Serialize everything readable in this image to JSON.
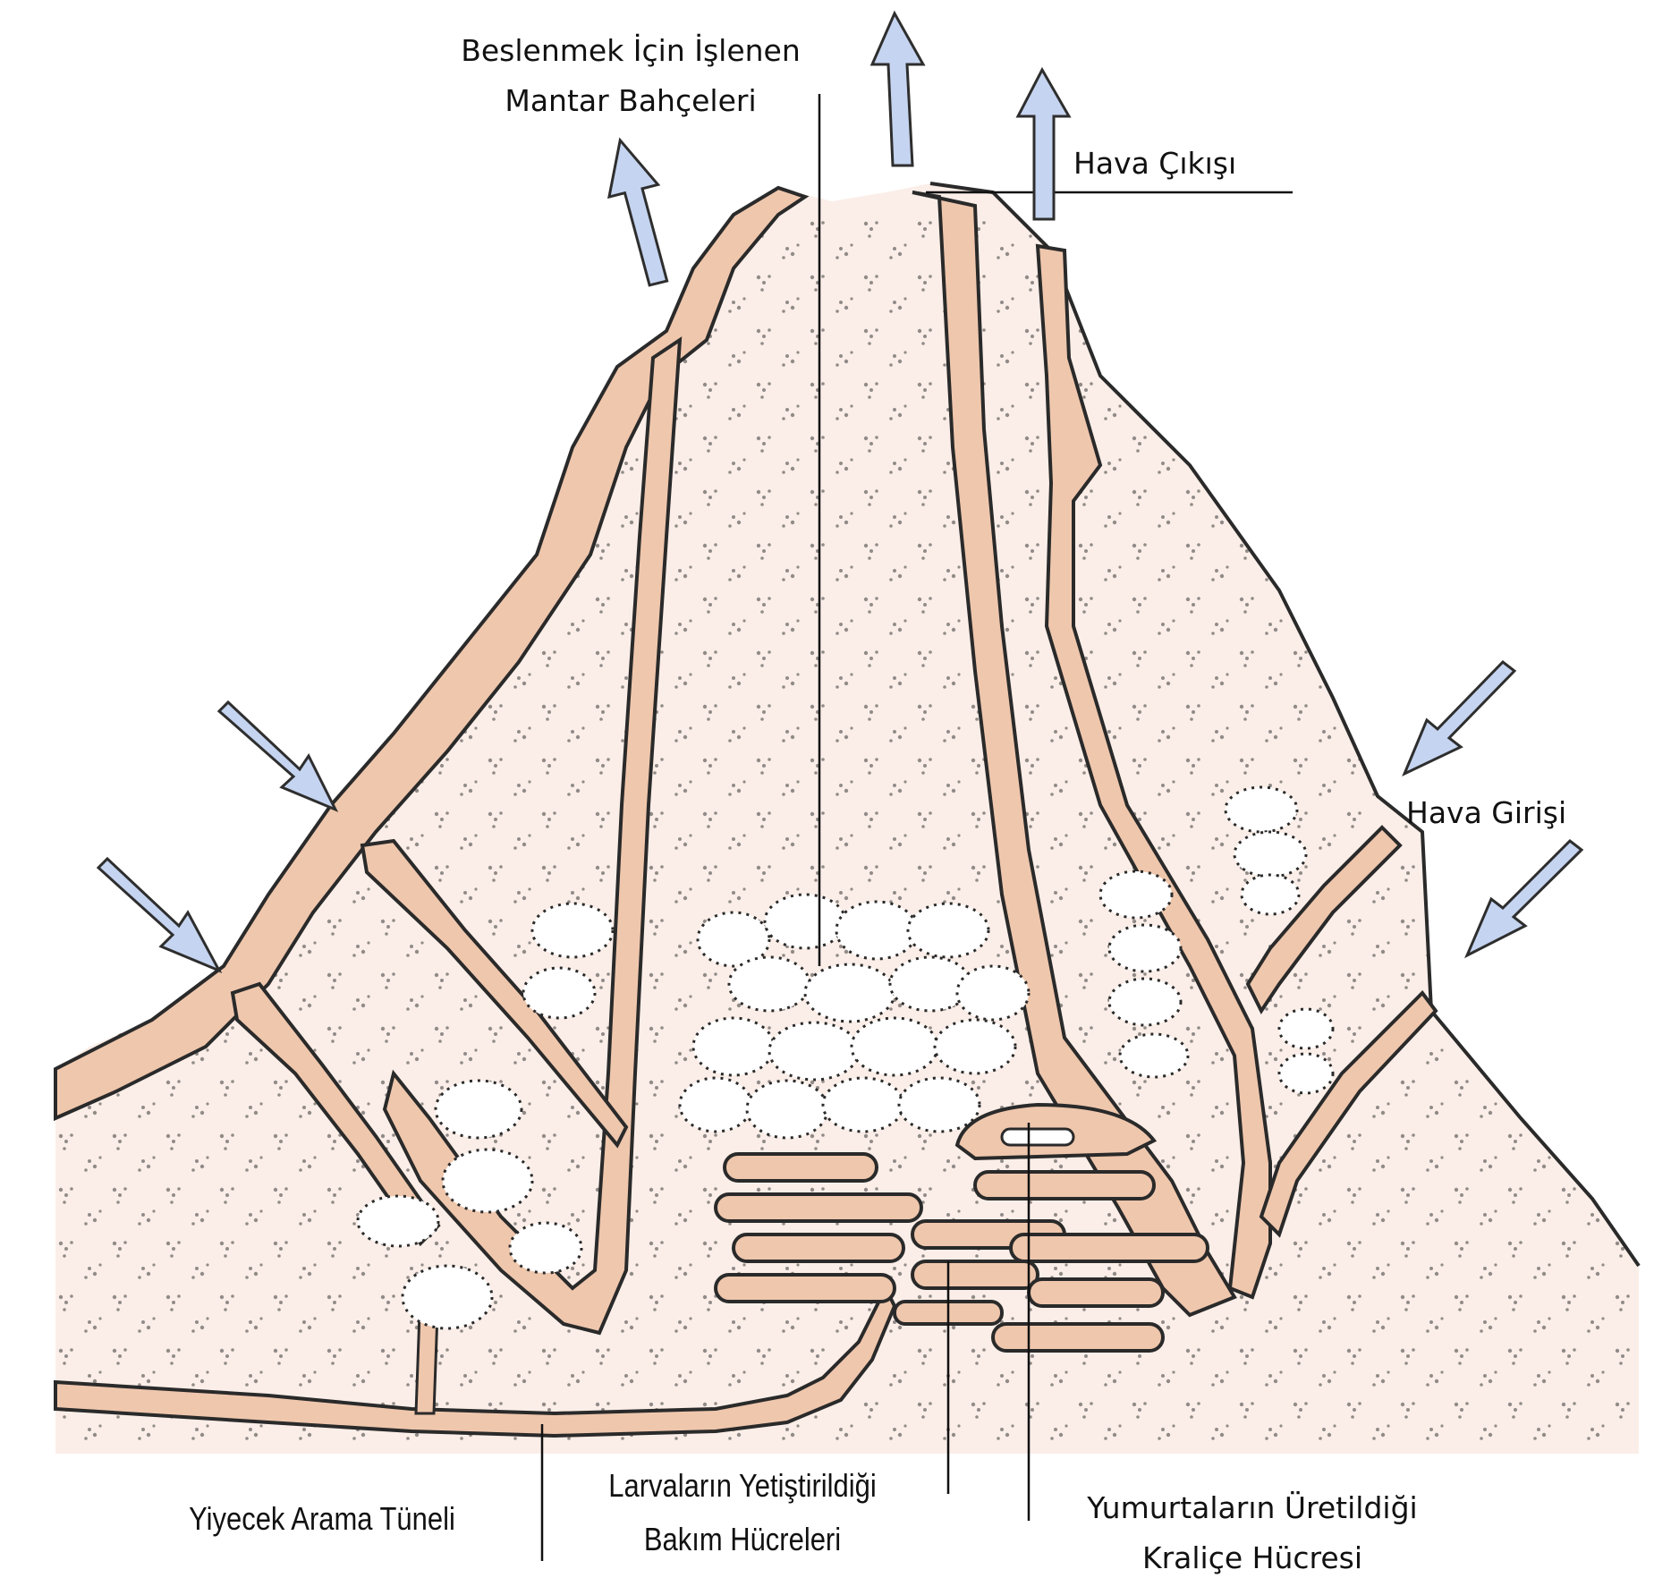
{
  "diagram": {
    "subject": "Ant/termite mound cross-section",
    "colors": {
      "background": "#ffffff",
      "mound_fill": "#fbeee8",
      "tunnel_fill": "#efc7ad",
      "outline": "#2a2a2a",
      "arrow_fill": "#c5d4f0",
      "arrow_stroke": "#2e2e2e",
      "dots": "#3a3a3a"
    },
    "arrows": {
      "air_outlet": [
        "arrow-up",
        "arrow-up",
        "arrow-up"
      ],
      "air_inlet_left": [
        "arrow-down-right",
        "arrow-down-right"
      ],
      "air_inlet_right": [
        "arrow-down-left",
        "arrow-down-left"
      ]
    }
  },
  "labels": {
    "fungus_gardens": {
      "line1": "Beslenmek İçin İşlenen",
      "line2": "Mantar Bahçeleri"
    },
    "air_outlet": "Hava Çıkışı",
    "air_inlet": "Hava Girişi",
    "foraging_tunnel": "Yiyecek Arama Tüneli",
    "nursery_cells": {
      "line1": "Larvaların Yetiştirildiği",
      "line2": "Bakım Hücreleri"
    },
    "queen_cell": {
      "line1": "Yumurtaların Üretildiği",
      "line2": "Kraliçe Hücresi"
    }
  }
}
